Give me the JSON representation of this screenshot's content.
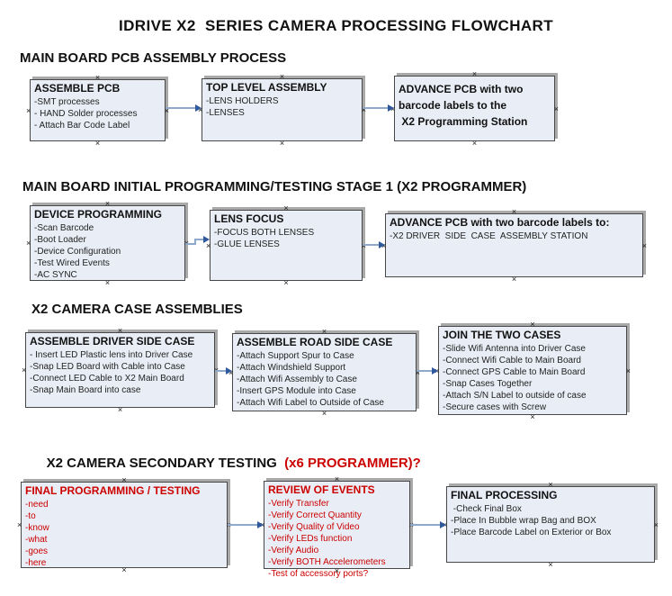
{
  "title": "IDRIVE X2  SERIES CAMERA PROCESSING FLOWCHART",
  "colors": {
    "box_fill": "#e9eef6",
    "box_border": "#474747",
    "arrow_line": "#8ea9c9",
    "arrow_head": "#30589c",
    "accent_red": "#cc0000",
    "text": "#1a1a1a"
  },
  "sections": [
    {
      "header": "MAIN BOARD PCB ASSEMBLY PROCESS",
      "boxes": [
        {
          "title": "ASSEMBLE PCB",
          "lines": [
            "-SMT processes",
            "- HAND Solder processes",
            "- Attach Bar Code Label"
          ]
        },
        {
          "title": "TOP LEVEL ASSEMBLY",
          "lines": [
            "-LENS HOLDERS",
            "-LENSES"
          ]
        },
        {
          "title": "ADVANCE PCB with two barcode labels to the\n X2 Programming Station",
          "lines": []
        }
      ]
    },
    {
      "header": "MAIN BOARD INITIAL PROGRAMMING/TESTING STAGE 1 (X2 PROGRAMMER)",
      "boxes": [
        {
          "title": "DEVICE PROGRAMMING",
          "lines": [
            "-Scan Barcode",
            "-Boot Loader",
            "-Device Configuration",
            "-Test Wired Events",
            "-AC SYNC"
          ]
        },
        {
          "title": "LENS FOCUS",
          "lines": [
            "-FOCUS BOTH LENSES",
            "-GLUE LENSES"
          ]
        },
        {
          "title": "ADVANCE PCB with two barcode labels to:",
          "lines": [
            "-X2 DRIVER  SIDE  CASE  ASSEMBLY STATION"
          ]
        }
      ]
    },
    {
      "header": "X2 CAMERA CASE ASSEMBLIES",
      "boxes": [
        {
          "title": "ASSEMBLE DRIVER SIDE CASE",
          "lines": [
            "- Insert LED Plastic lens into Driver Case",
            "-Snap LED Board with Cable into Case",
            "-Connect LED Cable to X2 Main Board",
            "-Snap Main Board into case"
          ]
        },
        {
          "title": "ASSEMBLE ROAD SIDE CASE",
          "lines": [
            "-Attach Support Spur to Case",
            "-Attach Windshield Support",
            "-Attach Wifi Assembly to Case",
            "-Insert GPS Module into Case",
            "-Attach Wifi Label to Outside of Case"
          ]
        },
        {
          "title": "JOIN THE TWO CASES",
          "lines": [
            "-Slide Wifi Antenna into Driver Case",
            "-Connect Wifi Cable to Main Board",
            "-Connect GPS Cable to Main Board",
            "-Snap Cases Together",
            "-Attach S/N Label to outside of case",
            "-Secure cases with Screw"
          ]
        }
      ]
    },
    {
      "header_black": "X2 CAMERA SECONDARY TESTING ",
      "header_red": " (x6 PROGRAMMER)?",
      "boxes": [
        {
          "title": "FINAL PROGRAMMING / TESTING",
          "lines": [
            "-need",
            "-to",
            "-know",
            "-what",
            "-goes",
            "-here"
          ]
        },
        {
          "title": "REVIEW OF EVENTS",
          "lines": [
            "-Verify Transfer",
            "-Verify Correct Quantity",
            "-Verify Quality of Video",
            "-Verify LEDs function",
            "-Verify Audio",
            "-Verify BOTH Accelerometers",
            "-Test of accessory ports?"
          ]
        },
        {
          "title": "FINAL PROCESSING",
          "lines": [
            " -Check Final Box",
            "-Place In Bubble wrap Bag and BOX",
            "-Place Barcode Label on Exterior or Box"
          ]
        }
      ]
    }
  ]
}
